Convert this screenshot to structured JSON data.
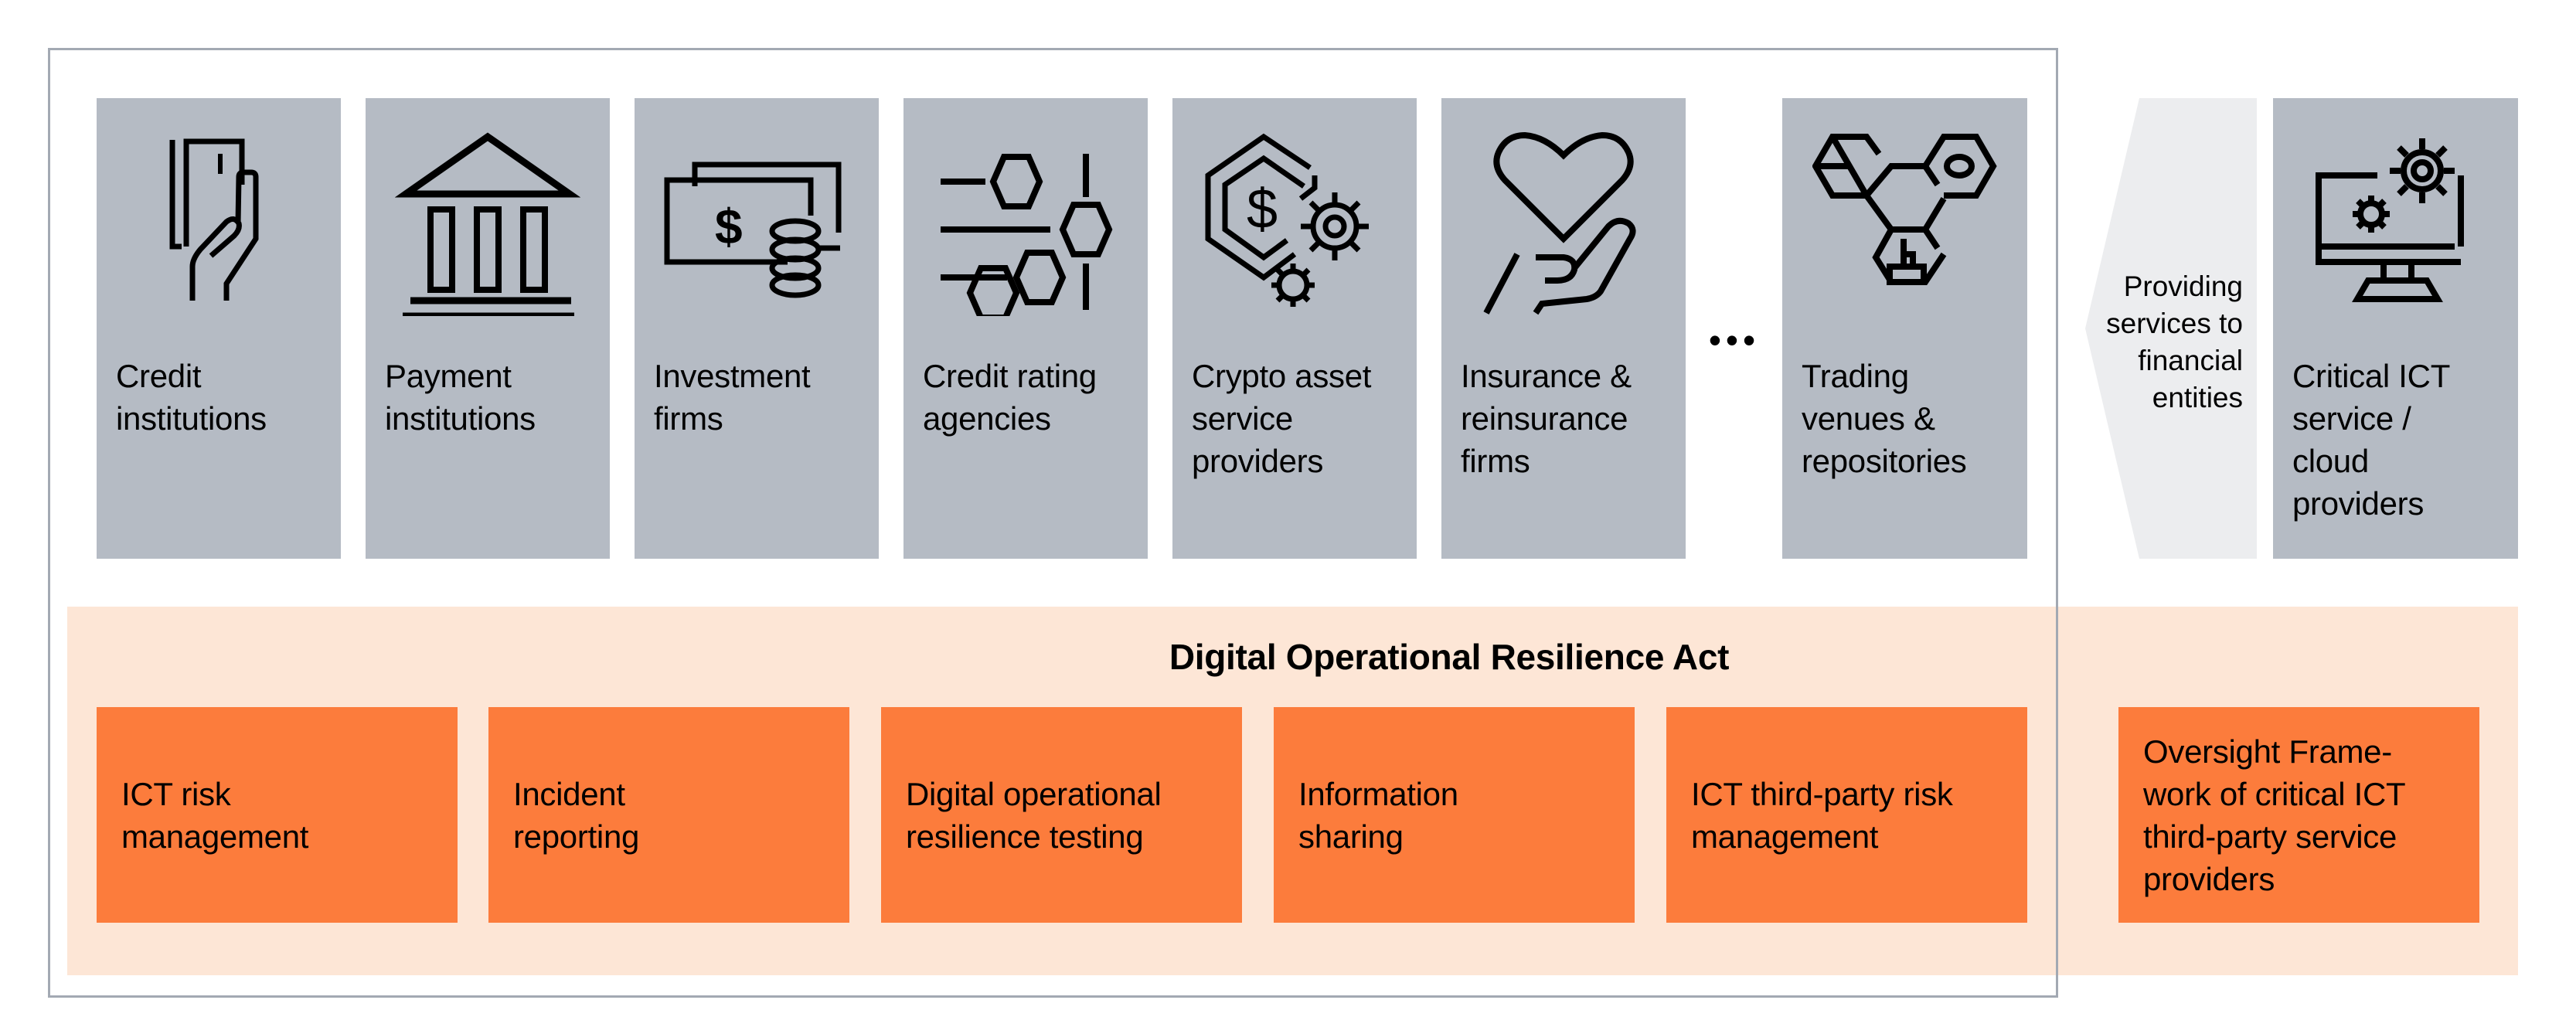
{
  "diagram": {
    "financial_entities": [
      {
        "id": "credit-institutions",
        "label": "Credit\ninstitutions",
        "icon": "hand-holding-card-icon"
      },
      {
        "id": "payment-institutions",
        "label": "Payment\ninstitutions",
        "icon": "bank-building-icon"
      },
      {
        "id": "investment-firms",
        "label": "Investment\nfirms",
        "icon": "banknotes-coins-icon"
      },
      {
        "id": "credit-rating-agencies",
        "label": "Credit rating\nagencies",
        "icon": "hexagon-sliders-icon"
      },
      {
        "id": "crypto-asset-service-providers",
        "label": "Crypto asset\nservice\nproviders",
        "icon": "crypto-coin-gears-icon"
      },
      {
        "id": "insurance-reinsurance-firms",
        "label": "Insurance &\nreinsurance\nfirms",
        "icon": "hand-holding-heart-icon"
      },
      {
        "id": "trading-venues-repositories",
        "label": "Trading\nvenues &\nrepositories",
        "icon": "hexagon-network-icon"
      }
    ],
    "ellipsis": "•••",
    "arrow_label": "Providing\nservices to\nfinancial\nentities",
    "provider": {
      "id": "critical-ict-providers",
      "label": "Critical ICT\nservice /\ncloud\nproviders",
      "icon": "monitor-gears-icon"
    },
    "act_title": "Digital Operational Resilience Act",
    "pillars": [
      {
        "id": "ict-risk-management",
        "label": "ICT risk\nmanagement"
      },
      {
        "id": "incident-reporting",
        "label": "Incident\nreporting"
      },
      {
        "id": "resilience-testing",
        "label": "Digital operational\nresilience testing"
      },
      {
        "id": "information-sharing",
        "label": "Information\nsharing"
      },
      {
        "id": "third-party-risk",
        "label": "ICT third-party risk\nmanagement"
      }
    ],
    "oversight": {
      "id": "oversight-framework",
      "label": "Oversight Frame-\nwork of critical ICT\nthird-party service\nproviders"
    },
    "colors": {
      "entity_box": "#b5bbc4",
      "arrow_fill": "#ecedef",
      "band": "#fde6d6",
      "pillar": "#fc7c3c",
      "frame": "#a3a9b3",
      "text": "#000000"
    }
  }
}
